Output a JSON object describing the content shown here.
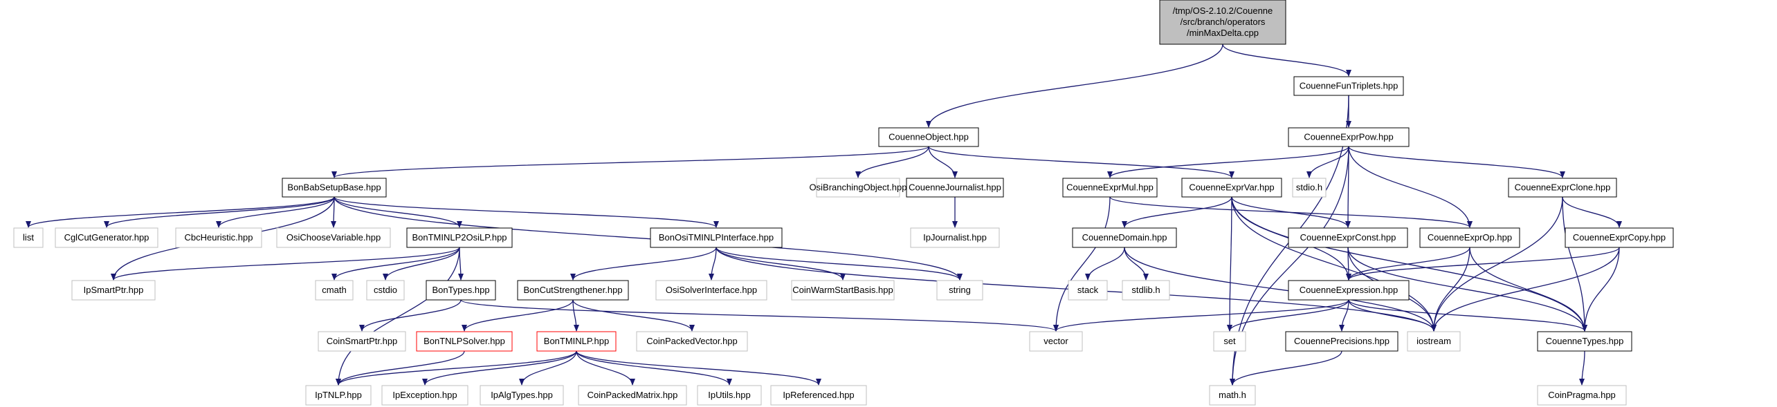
{
  "nodes": [
    {
      "id": "root",
      "lines": [
        "/tmp/OS-2.10.2/Couenne",
        "/src/branch/operators",
        "/minMaxDelta.cpp"
      ],
      "style": "root"
    },
    {
      "id": "funtriplets",
      "lines": [
        "CouenneFunTriplets.hpp"
      ],
      "style": "normal"
    },
    {
      "id": "object",
      "lines": [
        "CouenneObject.hpp"
      ],
      "style": "normal"
    },
    {
      "id": "exprpow",
      "lines": [
        "CouenneExprPow.hpp"
      ],
      "style": "normal"
    },
    {
      "id": "babsetup",
      "lines": [
        "BonBabSetupBase.hpp"
      ],
      "style": "normal"
    },
    {
      "id": "osibranch",
      "lines": [
        "OsiBranchingObject.hpp"
      ],
      "style": "external"
    },
    {
      "id": "journalist",
      "lines": [
        "CouenneJournalist.hpp"
      ],
      "style": "normal"
    },
    {
      "id": "exprmul",
      "lines": [
        "CouenneExprMul.hpp"
      ],
      "style": "normal"
    },
    {
      "id": "exprvar",
      "lines": [
        "CouenneExprVar.hpp"
      ],
      "style": "normal"
    },
    {
      "id": "stdio",
      "lines": [
        "stdio.h"
      ],
      "style": "external"
    },
    {
      "id": "exprclone",
      "lines": [
        "CouenneExprClone.hpp"
      ],
      "style": "normal"
    },
    {
      "id": "list",
      "lines": [
        "list"
      ],
      "style": "external"
    },
    {
      "id": "cglcut",
      "lines": [
        "CglCutGenerator.hpp"
      ],
      "style": "external"
    },
    {
      "id": "cbcheur",
      "lines": [
        "CbcHeuristic.hpp"
      ],
      "style": "external"
    },
    {
      "id": "osichoose",
      "lines": [
        "OsiChooseVariable.hpp"
      ],
      "style": "external"
    },
    {
      "id": "tminlp2osi",
      "lines": [
        "BonTMINLP2OsiLP.hpp"
      ],
      "style": "normal"
    },
    {
      "id": "ositminlp",
      "lines": [
        "BonOsiTMINLPInterface.hpp"
      ],
      "style": "normal"
    },
    {
      "id": "ipjournalist",
      "lines": [
        "IpJournalist.hpp"
      ],
      "style": "external"
    },
    {
      "id": "domain",
      "lines": [
        "CouenneDomain.hpp"
      ],
      "style": "normal"
    },
    {
      "id": "exprconst",
      "lines": [
        "CouenneExprConst.hpp"
      ],
      "style": "normal"
    },
    {
      "id": "exprop",
      "lines": [
        "CouenneExprOp.hpp"
      ],
      "style": "normal"
    },
    {
      "id": "exprcopy",
      "lines": [
        "CouenneExprCopy.hpp"
      ],
      "style": "normal"
    },
    {
      "id": "ipsmartptr",
      "lines": [
        "IpSmartPtr.hpp"
      ],
      "style": "external"
    },
    {
      "id": "cmath",
      "lines": [
        "cmath"
      ],
      "style": "external"
    },
    {
      "id": "cstdio",
      "lines": [
        "cstdio"
      ],
      "style": "external"
    },
    {
      "id": "bontypes",
      "lines": [
        "BonTypes.hpp"
      ],
      "style": "normal"
    },
    {
      "id": "cutstrength",
      "lines": [
        "BonCutStrengthener.hpp"
      ],
      "style": "normal"
    },
    {
      "id": "osisolver",
      "lines": [
        "OsiSolverInterface.hpp"
      ],
      "style": "external"
    },
    {
      "id": "coinwarm",
      "lines": [
        "CoinWarmStartBasis.hpp"
      ],
      "style": "external"
    },
    {
      "id": "string",
      "lines": [
        "string"
      ],
      "style": "external"
    },
    {
      "id": "stack",
      "lines": [
        "stack"
      ],
      "style": "external"
    },
    {
      "id": "stdlib",
      "lines": [
        "stdlib.h"
      ],
      "style": "external"
    },
    {
      "id": "expression",
      "lines": [
        "CouenneExpression.hpp"
      ],
      "style": "normal"
    },
    {
      "id": "coinsmartptr",
      "lines": [
        "CoinSmartPtr.hpp"
      ],
      "style": "external"
    },
    {
      "id": "tnlpsolver",
      "lines": [
        "BonTNLPSolver.hpp"
      ],
      "style": "red"
    },
    {
      "id": "tminlp",
      "lines": [
        "BonTMINLP.hpp"
      ],
      "style": "red"
    },
    {
      "id": "coinpackedvec",
      "lines": [
        "CoinPackedVector.hpp"
      ],
      "style": "external"
    },
    {
      "id": "vector",
      "lines": [
        "vector"
      ],
      "style": "external"
    },
    {
      "id": "set",
      "lines": [
        "set"
      ],
      "style": "external"
    },
    {
      "id": "precisions",
      "lines": [
        "CouennePrecisions.hpp"
      ],
      "style": "normal"
    },
    {
      "id": "iostream",
      "lines": [
        "iostream"
      ],
      "style": "external"
    },
    {
      "id": "couennetypes",
      "lines": [
        "CouenneTypes.hpp"
      ],
      "style": "normal"
    },
    {
      "id": "iptnlp",
      "lines": [
        "IpTNLP.hpp"
      ],
      "style": "external"
    },
    {
      "id": "ipexception",
      "lines": [
        "IpException.hpp"
      ],
      "style": "external"
    },
    {
      "id": "ipalgtypes",
      "lines": [
        "IpAlgTypes.hpp"
      ],
      "style": "external"
    },
    {
      "id": "coinpackedmat",
      "lines": [
        "CoinPackedMatrix.hpp"
      ],
      "style": "external"
    },
    {
      "id": "iputils",
      "lines": [
        "IpUtils.hpp"
      ],
      "style": "external"
    },
    {
      "id": "ipreferenced",
      "lines": [
        "IpReferenced.hpp"
      ],
      "style": "external"
    },
    {
      "id": "mathh",
      "lines": [
        "math.h"
      ],
      "style": "external"
    },
    {
      "id": "coinpragma",
      "lines": [
        "CoinPragma.hpp"
      ],
      "style": "external"
    }
  ],
  "edges": [
    [
      "root",
      "object"
    ],
    [
      "root",
      "funtriplets"
    ],
    [
      "funtriplets",
      "exprpow"
    ],
    [
      "funtriplets",
      "mathh"
    ],
    [
      "object",
      "babsetup"
    ],
    [
      "object",
      "osibranch"
    ],
    [
      "object",
      "journalist"
    ],
    [
      "object",
      "exprvar"
    ],
    [
      "exprpow",
      "exprmul"
    ],
    [
      "exprpow",
      "stdio"
    ],
    [
      "exprpow",
      "exprclone"
    ],
    [
      "exprpow",
      "exprconst"
    ],
    [
      "exprpow",
      "exprop"
    ],
    [
      "exprpow",
      "mathh"
    ],
    [
      "babsetup",
      "list"
    ],
    [
      "babsetup",
      "cglcut"
    ],
    [
      "babsetup",
      "cbcheur"
    ],
    [
      "babsetup",
      "osichoose"
    ],
    [
      "babsetup",
      "tminlp2osi"
    ],
    [
      "babsetup",
      "ositminlp"
    ],
    [
      "babsetup",
      "ipsmartptr"
    ],
    [
      "babsetup",
      "string"
    ],
    [
      "journalist",
      "ipjournalist"
    ],
    [
      "exprmul",
      "vector"
    ],
    [
      "exprmul",
      "exprop"
    ],
    [
      "exprvar",
      "domain"
    ],
    [
      "exprvar",
      "exprconst"
    ],
    [
      "exprvar",
      "expression"
    ],
    [
      "exprvar",
      "set"
    ],
    [
      "exprvar",
      "iostream"
    ],
    [
      "exprvar",
      "couennetypes"
    ],
    [
      "exprclone",
      "exprcopy"
    ],
    [
      "exprclone",
      "iostream"
    ],
    [
      "exprclone",
      "couennetypes"
    ],
    [
      "tminlp2osi",
      "ipsmartptr"
    ],
    [
      "tminlp2osi",
      "cmath"
    ],
    [
      "tminlp2osi",
      "cstdio"
    ],
    [
      "tminlp2osi",
      "bontypes"
    ],
    [
      "tminlp2osi",
      "iptnlp"
    ],
    [
      "ositminlp",
      "cutstrength"
    ],
    [
      "ositminlp",
      "osisolver"
    ],
    [
      "ositminlp",
      "coinwarm"
    ],
    [
      "ositminlp",
      "string"
    ],
    [
      "ositminlp",
      "iostream"
    ],
    [
      "domain",
      "stack"
    ],
    [
      "domain",
      "stdlib"
    ],
    [
      "domain",
      "iostream"
    ],
    [
      "exprconst",
      "expression"
    ],
    [
      "exprconst",
      "iostream"
    ],
    [
      "exprconst",
      "couennetypes"
    ],
    [
      "exprop",
      "expression"
    ],
    [
      "exprop",
      "iostream"
    ],
    [
      "exprop",
      "couennetypes"
    ],
    [
      "exprcopy",
      "expression"
    ],
    [
      "exprcopy",
      "iostream"
    ],
    [
      "exprcopy",
      "couennetypes"
    ],
    [
      "bontypes",
      "coinsmartptr"
    ],
    [
      "bontypes",
      "vector"
    ],
    [
      "cutstrength",
      "tnlpsolver"
    ],
    [
      "cutstrength",
      "tminlp"
    ],
    [
      "cutstrength",
      "coinpackedvec"
    ],
    [
      "expression",
      "vector"
    ],
    [
      "expression",
      "set"
    ],
    [
      "expression",
      "precisions"
    ],
    [
      "expression",
      "iostream"
    ],
    [
      "expression",
      "couennetypes"
    ],
    [
      "tnlpsolver",
      "iptnlp"
    ],
    [
      "tminlp",
      "iptnlp"
    ],
    [
      "tminlp",
      "ipexception"
    ],
    [
      "tminlp",
      "ipalgtypes"
    ],
    [
      "tminlp",
      "coinpackedmat"
    ],
    [
      "tminlp",
      "iputils"
    ],
    [
      "tminlp",
      "ipreferenced"
    ],
    [
      "precisions",
      "mathh"
    ],
    [
      "couennetypes",
      "coinpragma"
    ]
  ],
  "colors": {
    "edge": "#191970",
    "normal_border": "#000000",
    "external_border": "#bfbfbf",
    "red_border": "#ff0000",
    "root_fill": "#bfbfbf",
    "external_text": "#000000"
  }
}
